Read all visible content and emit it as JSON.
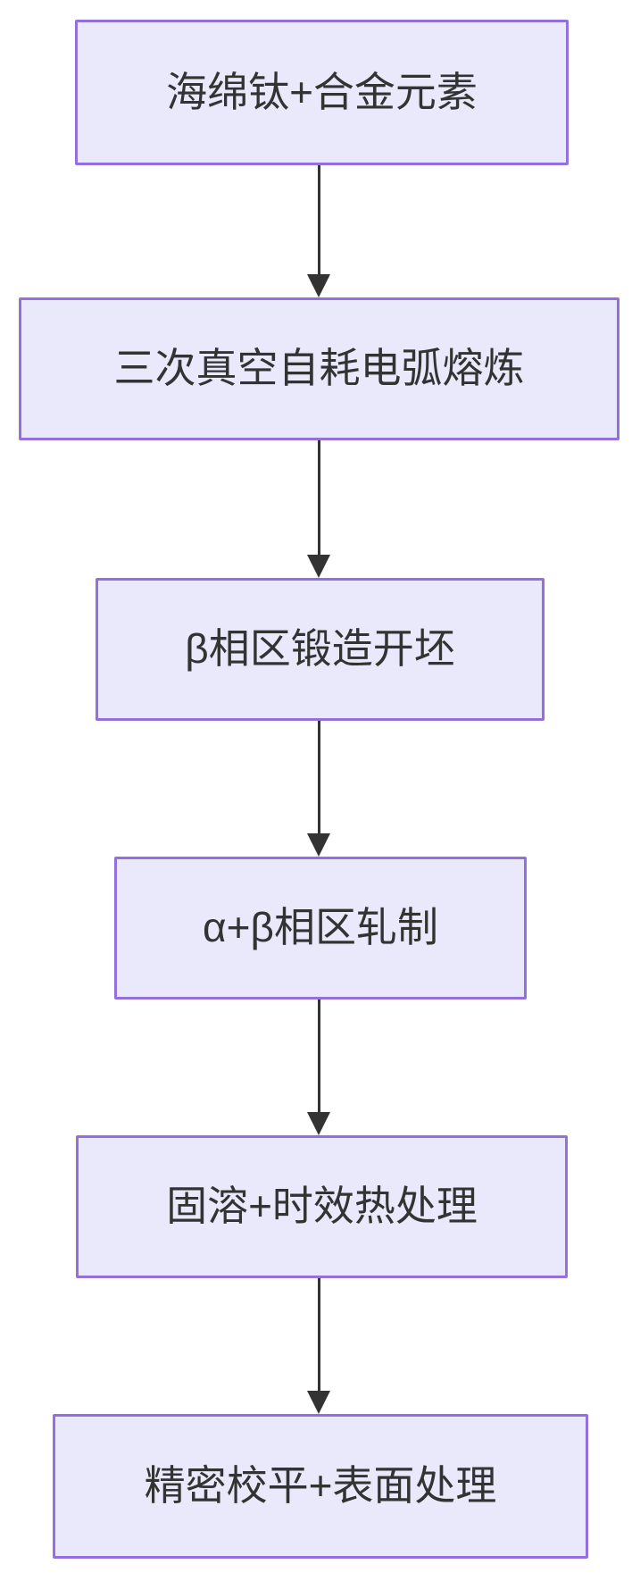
{
  "diagram": {
    "type": "flowchart-top-down",
    "colors": {
      "background": "#ffffff",
      "node_fill": "#E9E9FB",
      "node_border": "#9370DB",
      "text": "#333333",
      "arrow": "#333333"
    },
    "nodes": [
      {
        "id": "step-1",
        "label": "海绵钛+合金元素"
      },
      {
        "id": "step-2",
        "label": "三次真空自耗电弧熔炼"
      },
      {
        "id": "step-3",
        "label": "β相区锻造开坯"
      },
      {
        "id": "step-4",
        "label": "α+β相区轧制"
      },
      {
        "id": "step-5",
        "label": "固溶+时效热处理"
      },
      {
        "id": "step-6",
        "label": "精密校平+表面处理"
      }
    ],
    "edges": [
      {
        "from": "step-1",
        "to": "step-2"
      },
      {
        "from": "step-2",
        "to": "step-3"
      },
      {
        "from": "step-3",
        "to": "step-4"
      },
      {
        "from": "step-4",
        "to": "step-5"
      },
      {
        "from": "step-5",
        "to": "step-6"
      }
    ]
  }
}
